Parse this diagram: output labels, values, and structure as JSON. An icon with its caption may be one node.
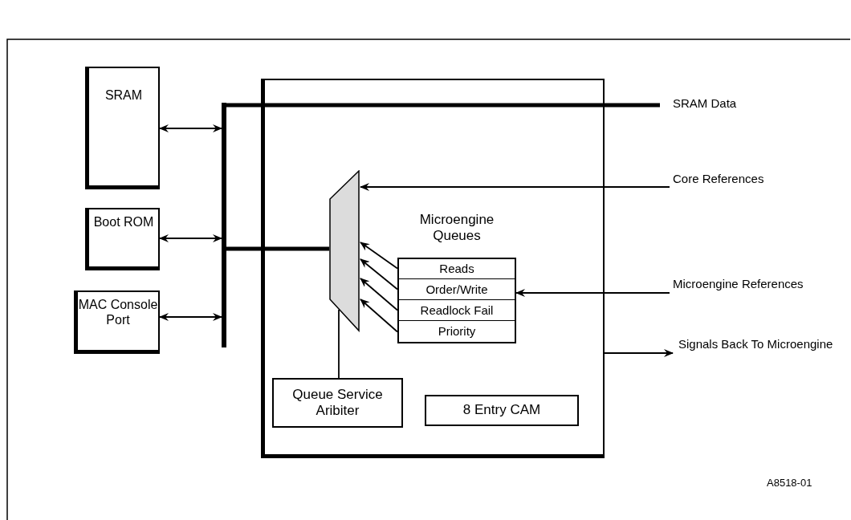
{
  "diagram": {
    "nodes": [
      {
        "text": [],
        "shape": "box"
      },
      {
        "text": [
          "SRAM"
        ]
      },
      {
        "text": [
          "Boot ROM"
        ]
      },
      {
        "text": [
          "MAC Console Port"
        ]
      },
      {
        "text": [],
        "shape": "bar"
      },
      {
        "text": [],
        "shape": "trapezoid",
        "in": 0
      },
      {
        "text": [
          "Microengine Queues"
        ],
        "in": 0
      },
      {
        "text": [
          "Reads"
        ],
        "in": 6
      },
      {
        "text": [
          "Order/Write"
        ],
        "in": 6
      },
      {
        "text": [
          "Readlock Fail"
        ],
        "in": 6
      },
      {
        "text": [
          "Priority"
        ],
        "in": 6
      },
      {
        "text": [
          "Queue Service Aribiter"
        ],
        "in": 0
      },
      {
        "text": [
          "8 Entry CAM"
        ],
        "in": 0
      },
      {
        "text": [
          "SRAM Data"
        ]
      },
      {
        "text": [
          "Core References"
        ]
      },
      {
        "text": [
          "Microengine References"
        ]
      },
      {
        "text": [
          "Signals Back To Microengine"
        ]
      }
    ],
    "edges": [
      {
        "from": 1,
        "to": 4,
        "arrow": "both"
      },
      {
        "from": 2,
        "to": 4,
        "arrow": "both"
      },
      {
        "from": 3,
        "to": 4,
        "arrow": "both"
      },
      {
        "from": 4,
        "to": 5,
        "arrow": "none",
        "style": "thick"
      },
      {
        "from": 4,
        "to": 13,
        "arrow": "none",
        "style": "thick"
      },
      {
        "from": 14,
        "to": 5,
        "arrow": "to"
      },
      {
        "from": 7,
        "to": 5,
        "arrow": "to"
      },
      {
        "from": 8,
        "to": 5,
        "arrow": "to"
      },
      {
        "from": 9,
        "to": 5,
        "arrow": "to"
      },
      {
        "from": 10,
        "to": 5,
        "arrow": "to"
      },
      {
        "from": 15,
        "to": 8,
        "arrow": "to"
      },
      {
        "from": 5,
        "to": 11,
        "arrow": "none"
      },
      {
        "from": 0,
        "to": 16,
        "arrow": "to"
      }
    ],
    "labels": [
      "A8518-01"
    ]
  }
}
